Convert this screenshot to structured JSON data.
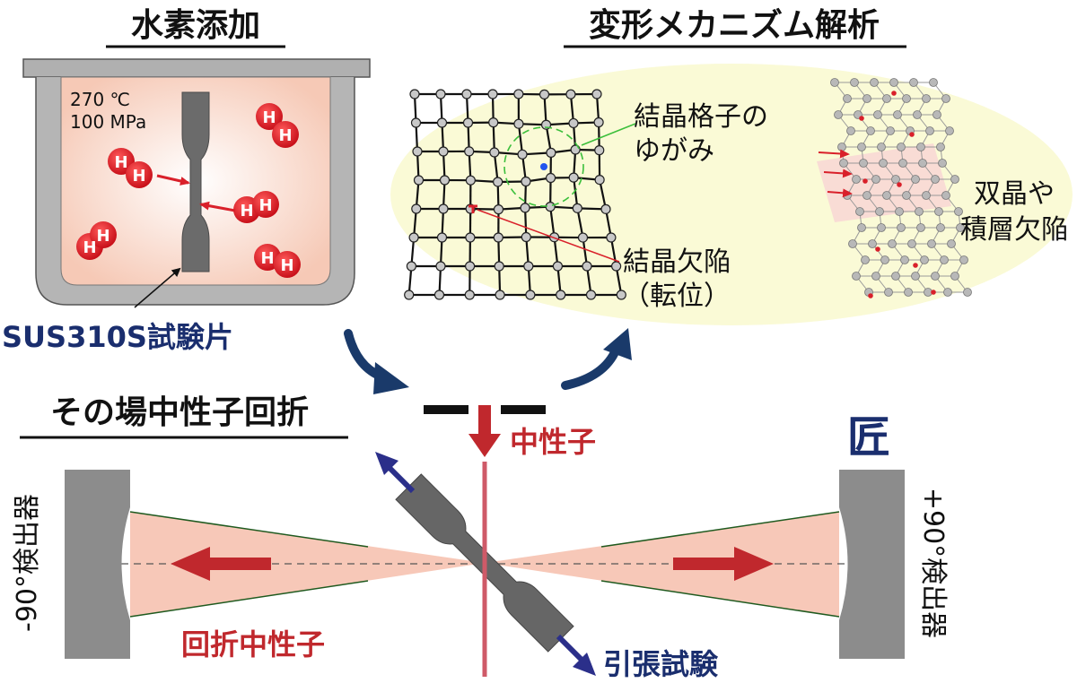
{
  "sections": {
    "hydrogen_title": "水素添加",
    "mechanism_title": "変形メカニズム解析",
    "diffraction_title": "その場中性子回折"
  },
  "vessel": {
    "temperature": "270 ℃",
    "pressure": "100 MPa",
    "h_atom": "H",
    "specimen_label": "SUS310S試験片"
  },
  "lattice": {
    "distortion_label_line1": "結晶格子の",
    "distortion_label_line2": "ゆがみ",
    "defect_label_line1": "結晶欠陥",
    "defect_label_line2": "（転位）",
    "twin_label_line1": "双晶や",
    "twin_label_line2": "積層欠陥"
  },
  "diffraction": {
    "neutron_label": "中性子",
    "diffracted_label": "回折中性子",
    "tensile_label": "引張試験",
    "left_detector": "-90°検出器",
    "right_detector": "+90°検出器",
    "logo": "匠"
  },
  "colors": {
    "navy": "#1a2e6e",
    "red": "#c0282d",
    "beam_fill": "#f7c8b8",
    "ellipse_fill": "#fafad6",
    "detector_gray": "#8c8c8c",
    "specimen_gray": "#666666"
  }
}
